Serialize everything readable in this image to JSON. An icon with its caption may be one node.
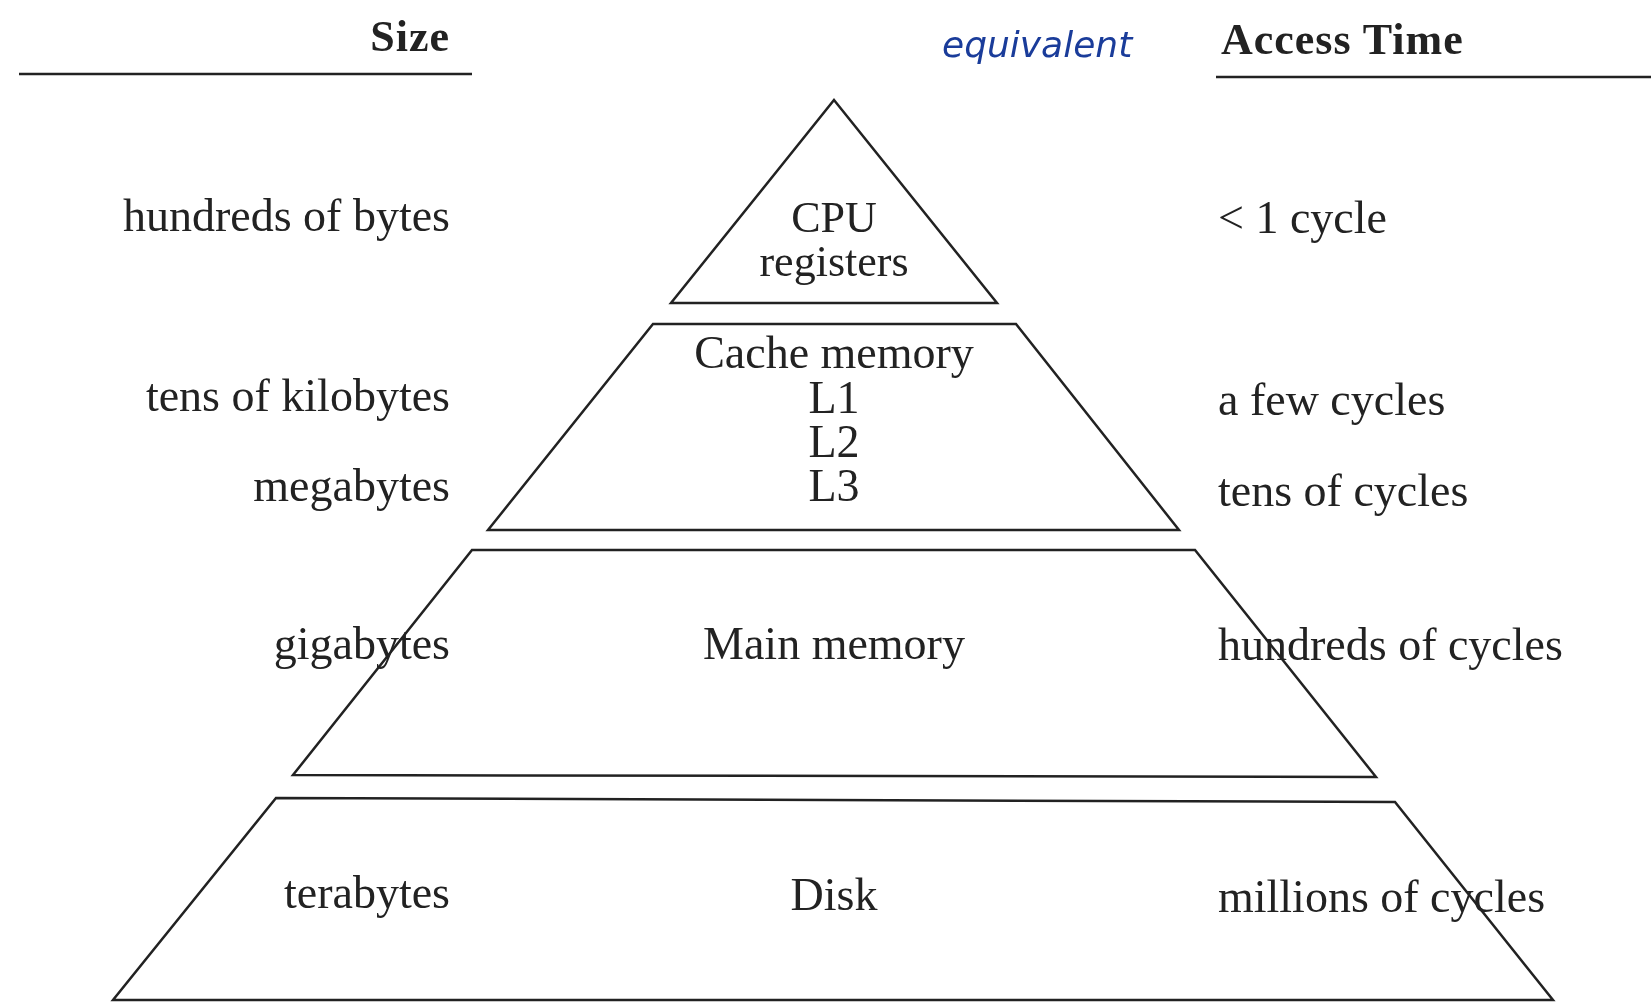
{
  "diagram": {
    "nodes": [
      {
        "text": [
          "CPU registers"
        ]
      },
      {
        "text": [
          "Cache memory",
          "L1",
          "L2",
          "L3"
        ]
      },
      {
        "text": [
          "Main memory"
        ]
      },
      {
        "text": [
          "Disk"
        ]
      }
    ],
    "labels": [
      "Size",
      "equivalent",
      "Access Time",
      "hundreds of bytes",
      "< 1 cycle",
      "tens of kilobytes",
      "a few cycles",
      "megabytes",
      "tens of cycles",
      "gigabytes",
      "hundreds of cycles",
      "terabytes",
      "millions of cycles"
    ]
  }
}
